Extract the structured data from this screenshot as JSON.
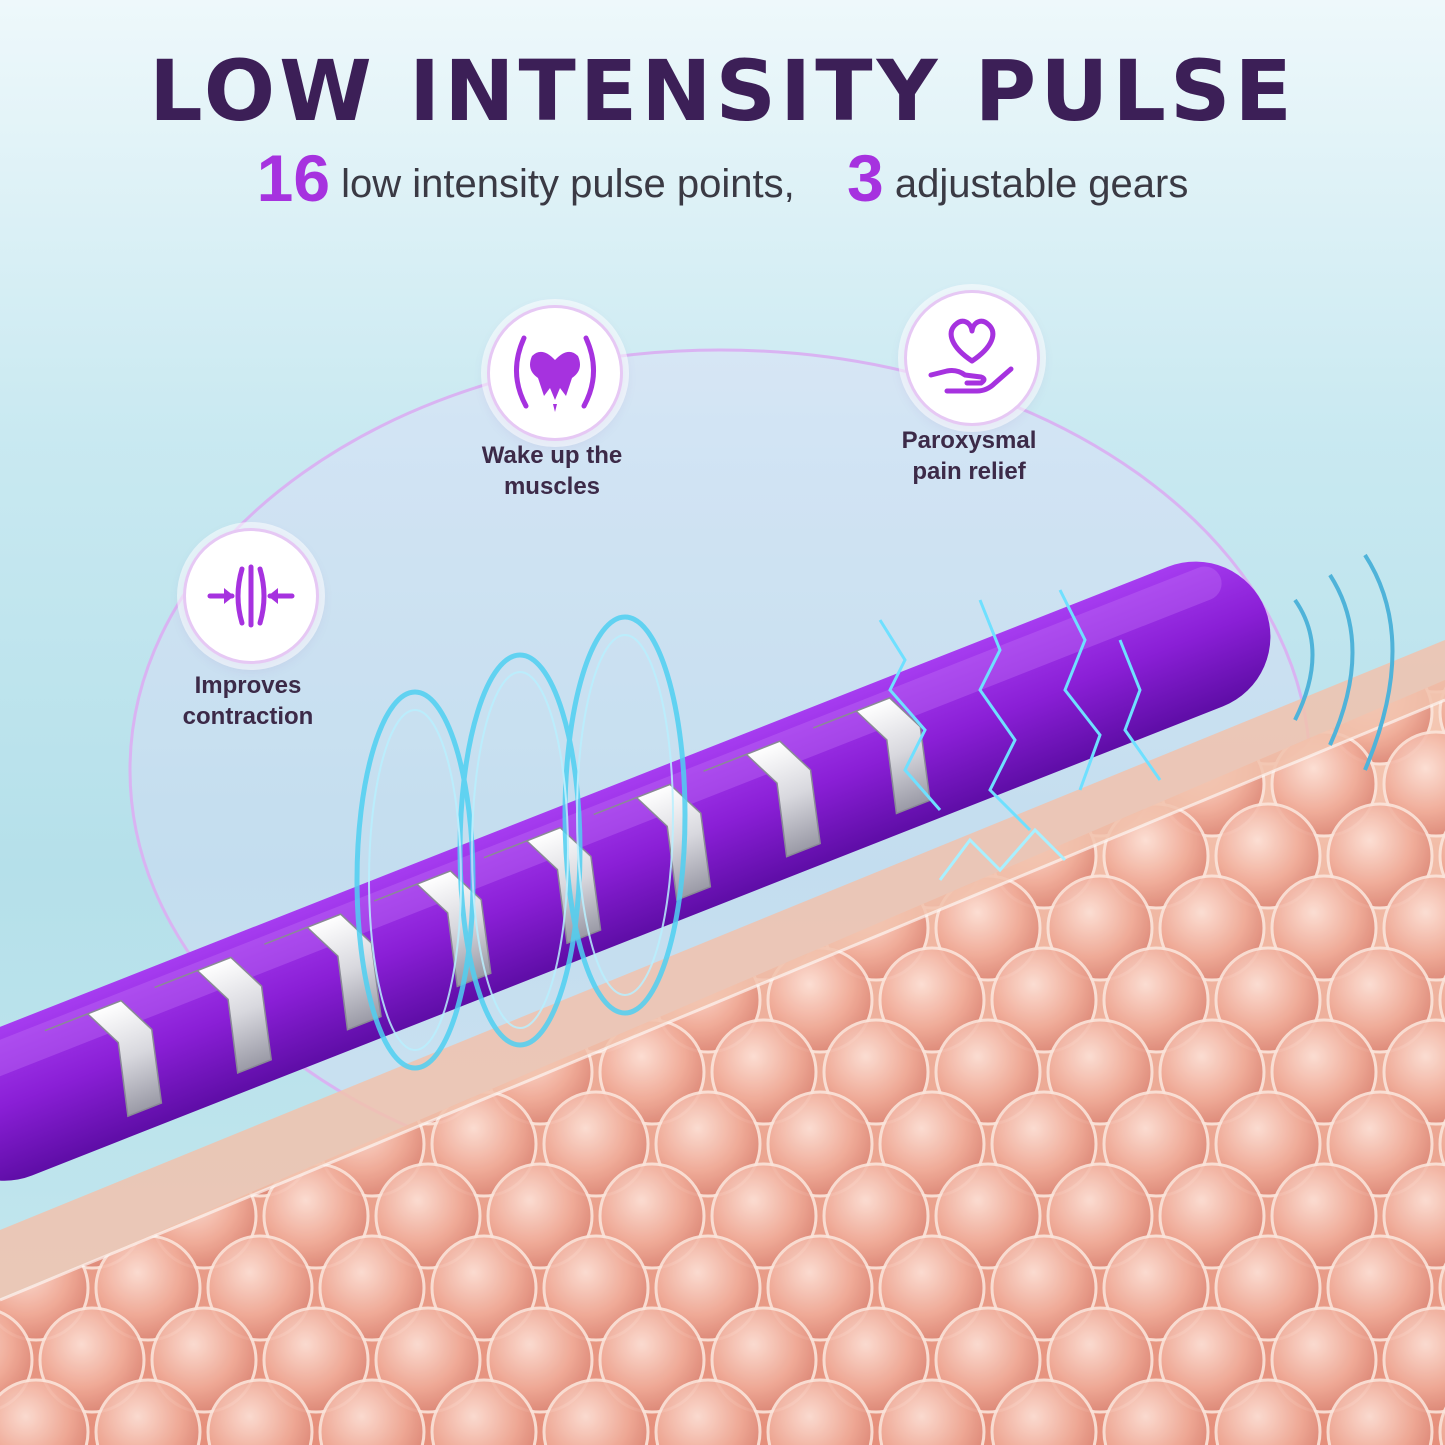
{
  "headline": {
    "title": "LOW INTENSITY PULSE",
    "pulse_count": "16",
    "pulse_text": "low intensity pulse points,",
    "gear_count": "3",
    "gear_text": "adjustable gears"
  },
  "features": [
    {
      "icon": "contraction-arrows-icon",
      "label_line1": "Improves",
      "label_line2": "contraction"
    },
    {
      "icon": "pelvis-icon",
      "label_line1": "Wake up the",
      "label_line2": "muscles"
    },
    {
      "icon": "heart-hand-icon",
      "label_line1": "Paroxysmal",
      "label_line2": "pain relief"
    }
  ],
  "colors": {
    "title": "#3c1f57",
    "accent": "#a632df",
    "device": "#8a1fd6",
    "skin": "#eaa08d",
    "background": "#c9e9f1"
  }
}
